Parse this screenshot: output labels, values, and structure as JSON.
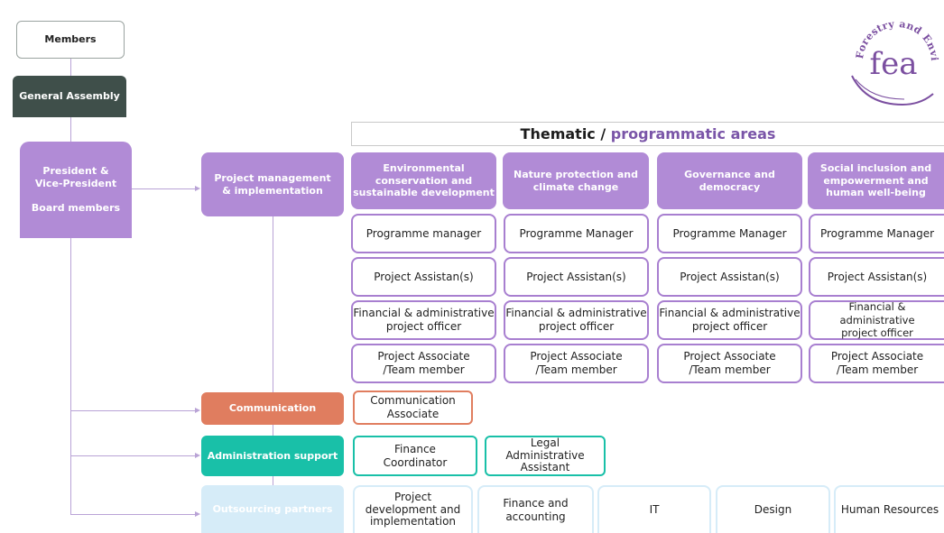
{
  "left": {
    "members": "Members",
    "general_assembly": "General Assembly",
    "president": "President &\nVice-President",
    "board": "Board members"
  },
  "units": {
    "project_mgmt": "Project management\n& implementation",
    "communication": "Communication",
    "admin_support": "Administration support",
    "outsourcing": "Outsourcing partners"
  },
  "thematic": {
    "title_bold": "Thematic /",
    "title_rest": "programmatic areas"
  },
  "areas": [
    {
      "title": "Environmental\nconservation and\nsustainable development",
      "roles": [
        "Programme manager",
        "Project Assistan(s)",
        "Financial & administrative\nproject officer",
        "Project Associate\n/Team member"
      ]
    },
    {
      "title": "Nature protection and\nclimate change",
      "roles": [
        "Programme Manager",
        "Project Assistan(s)",
        "Financial & administrative\nproject officer",
        "Project Associate\n/Team member"
      ]
    },
    {
      "title": "Governance and\ndemocracy",
      "roles": [
        "Programme Manager",
        "Project Assistan(s)",
        "Financial & administrative\nproject officer",
        "Project Associate\n/Team member"
      ]
    },
    {
      "title": "Social inclusion and\nempowerment and\nhuman well-being",
      "roles": [
        "Programme Manager",
        "Project Assistan(s)",
        "Financial & administrative\nproject officer",
        "Project Associate\n/Team member"
      ]
    }
  ],
  "communication_roles": [
    "Communication\nAssociate"
  ],
  "admin_roles": [
    "Finance\nCoordinator",
    "Legal\nAdministrative\nAssistant"
  ],
  "outsourcing_roles": [
    "Project\ndevelopment and\nimplementation",
    "Finance and\naccounting",
    "IT",
    "Design",
    "Human Resources"
  ],
  "logo": {
    "text": "fea",
    "ring_text": "Forestry and Environmental Action"
  },
  "colors": {
    "purple": "#b18bd6",
    "dark_green": "#3f4f4a",
    "communication": "#e07d5f",
    "admin": "#19c0a8",
    "outsourcing": "#d6ecf8",
    "logo": "#7b4fa0"
  }
}
